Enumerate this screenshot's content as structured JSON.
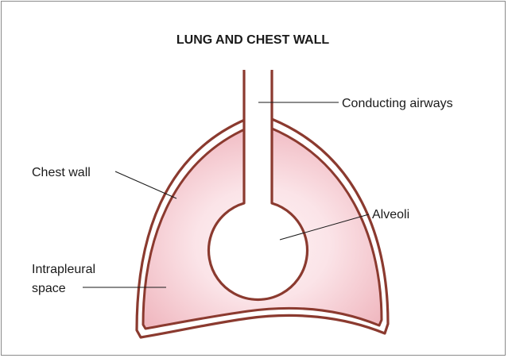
{
  "diagram": {
    "title": "LUNG AND CHEST WALL",
    "labels": {
      "conducting_airways": "Conducting airways",
      "chest_wall": "Chest wall",
      "alveoli": "Alveoli",
      "intrapleural_line1": "Intrapleural",
      "intrapleural_line2": "space"
    },
    "colors": {
      "chest_wall_stroke": "#8b3a2f",
      "lung_fill_edge": "#f0b8c0",
      "lung_fill_center": "#fdf2f4",
      "frame_border": "#8a8a8a",
      "text": "#1a1a1a"
    }
  }
}
